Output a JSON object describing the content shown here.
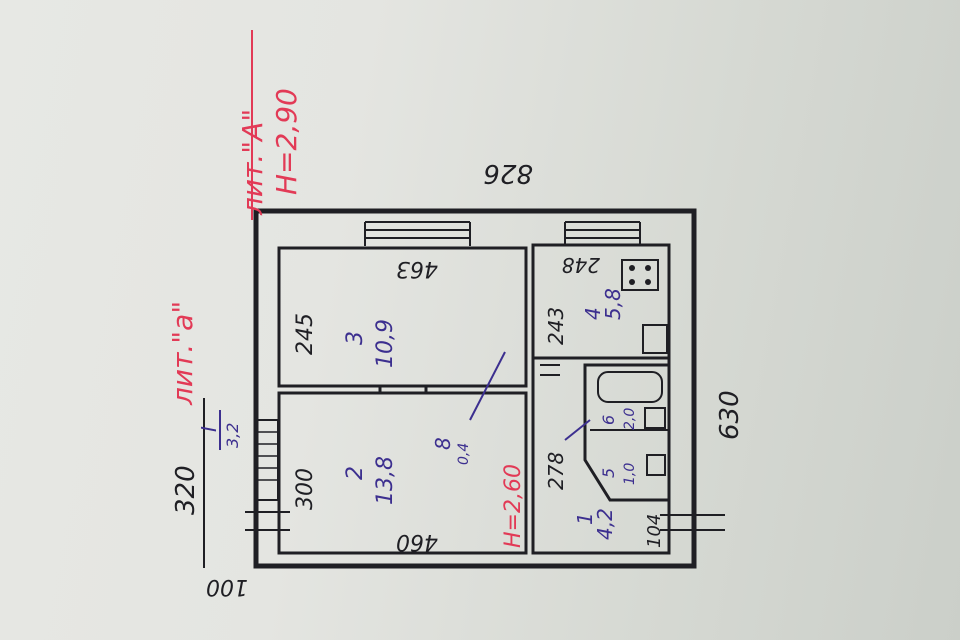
{
  "plan": {
    "litera_a": "лит.\"а\"",
    "litera_A": "лит.\"А\"",
    "height_A": "Н=2,90",
    "height_rooms": "Н=2,60",
    "dims": {
      "top": "826",
      "right": "630",
      "left_total": "320",
      "left_offset": "100",
      "room3_w": "463",
      "room3_h": "245",
      "room2_w": "460",
      "room2_h": "300",
      "room4_w": "248",
      "room4_h": "243",
      "room1_h": "278",
      "room1_small": "104"
    },
    "rooms": [
      {
        "num": "1",
        "area": "4,2"
      },
      {
        "num": "2",
        "area": "13,8"
      },
      {
        "num": "3",
        "area": "10,9"
      },
      {
        "num": "4",
        "area": "5,8"
      },
      {
        "num": "5",
        "area": "1,0"
      },
      {
        "num": "6",
        "area": "2,0"
      },
      {
        "num": "8",
        "area": "0,4"
      },
      {
        "num": "I",
        "area": "3,2"
      }
    ]
  }
}
